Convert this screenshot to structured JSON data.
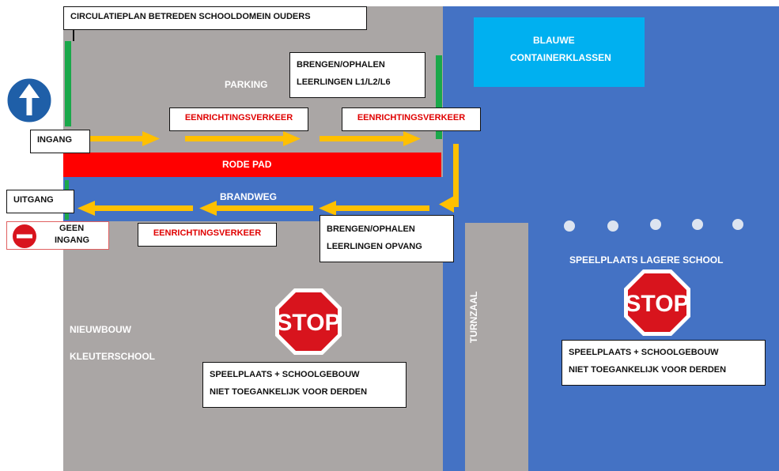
{
  "title": "CIRCULATIEPLAN BETREDEN SCHOOLDOMEIN OUDERS",
  "areas": {
    "parking": "PARKING",
    "rode_pad": "RODE PAD",
    "brandweg": "BRANDWEG",
    "blauwe_container": [
      "BLAUWE",
      "CONTAINERKLASSEN"
    ],
    "nieuwbouw": [
      "NIEUWBOUW",
      "KLEUTERSCHOOL"
    ],
    "turnzaal": "TURNZAAL",
    "speelplaats_lagere": "SPEELPLAATS LAGERE SCHOOL"
  },
  "labels": {
    "ingang": "INGANG",
    "uitgang": "UITGANG",
    "geen_ingang": [
      "GEEN",
      "INGANG"
    ],
    "eenrichting": "EENRICHTINGSVERKEER",
    "brengen_l": [
      "BRENGEN/OPHALEN",
      "LEERLINGEN L1/L2/L6"
    ],
    "brengen_opvang": [
      "BRENGEN/OPHALEN",
      "LEERLINGEN OPVANG"
    ],
    "niet_toegankelijk": [
      "SPEELPLAATS + SCHOOLGEBOUW",
      "NIET TOEGANKELIJK VOOR DERDEN"
    ],
    "stop": "STOP"
  },
  "colors": {
    "grey": "#aaa6a5",
    "blue": "#4472c4",
    "light_blue": "#00b0f0",
    "red": "#ff0000",
    "arrow": "#ffc000",
    "green": "#1aa84a",
    "stop_red": "#d8141d"
  },
  "icons": {
    "one_way_sign": "arrow-up-icon",
    "no_entry_sign": "no-entry-icon",
    "stop_sign": "stop-sign-icon"
  }
}
